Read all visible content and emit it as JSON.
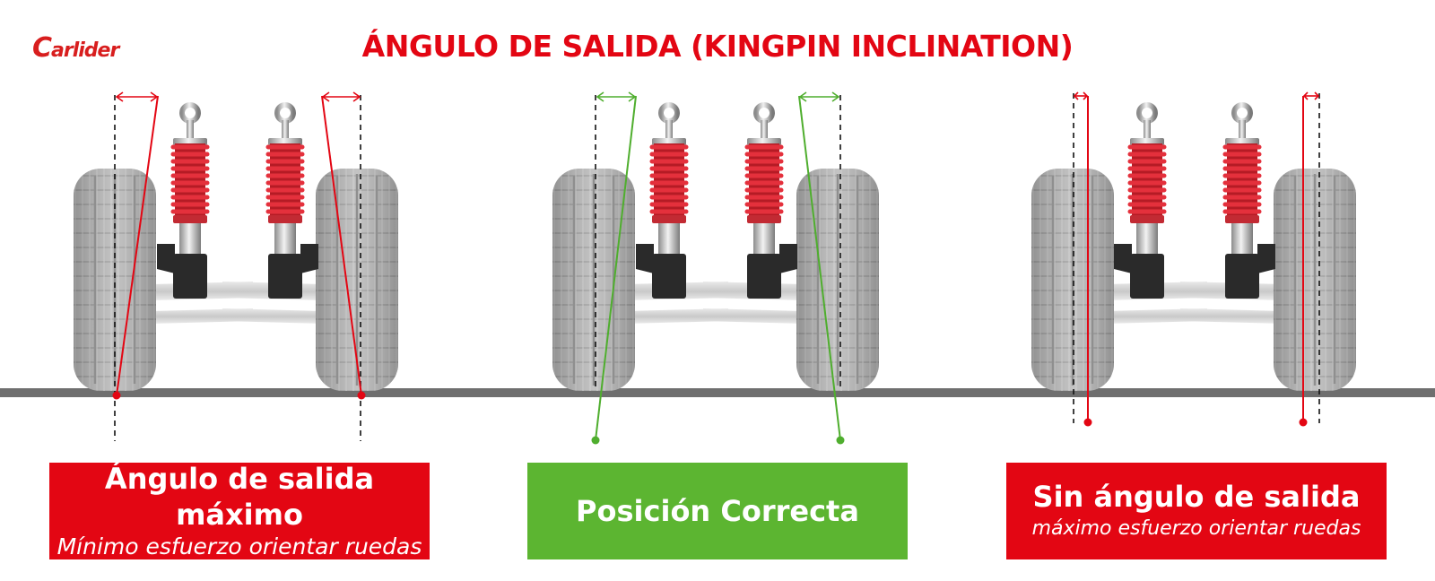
{
  "logo": {
    "first": "C",
    "rest": "arlider"
  },
  "title": "ÁNGULO DE SALIDA (KINGPIN INCLINATION)",
  "colors": {
    "title": "#e30613",
    "red_panel": "#e30613",
    "green_panel": "#5cb531",
    "red_line": "#e30613",
    "green_line": "#4fae2e",
    "ground": "#6f6f6f",
    "spring": "#d8222d",
    "tire": "#b3b3b3"
  },
  "panels": [
    {
      "title": "Ángulo de salida máximo",
      "subtitle": "Mínimo esfuerzo orientar ruedas",
      "color": "red"
    },
    {
      "title": "Posición Correcta",
      "subtitle": "",
      "color": "green"
    },
    {
      "title": "Sin ángulo de salida",
      "subtitle": "máximo esfuerzo orientar ruedas",
      "color": "red"
    }
  ],
  "configurations": [
    {
      "name": "maximum-inclination",
      "line_color": "red"
    },
    {
      "name": "correct-inclination",
      "line_color": "green"
    },
    {
      "name": "no-inclination",
      "line_color": "red"
    }
  ]
}
